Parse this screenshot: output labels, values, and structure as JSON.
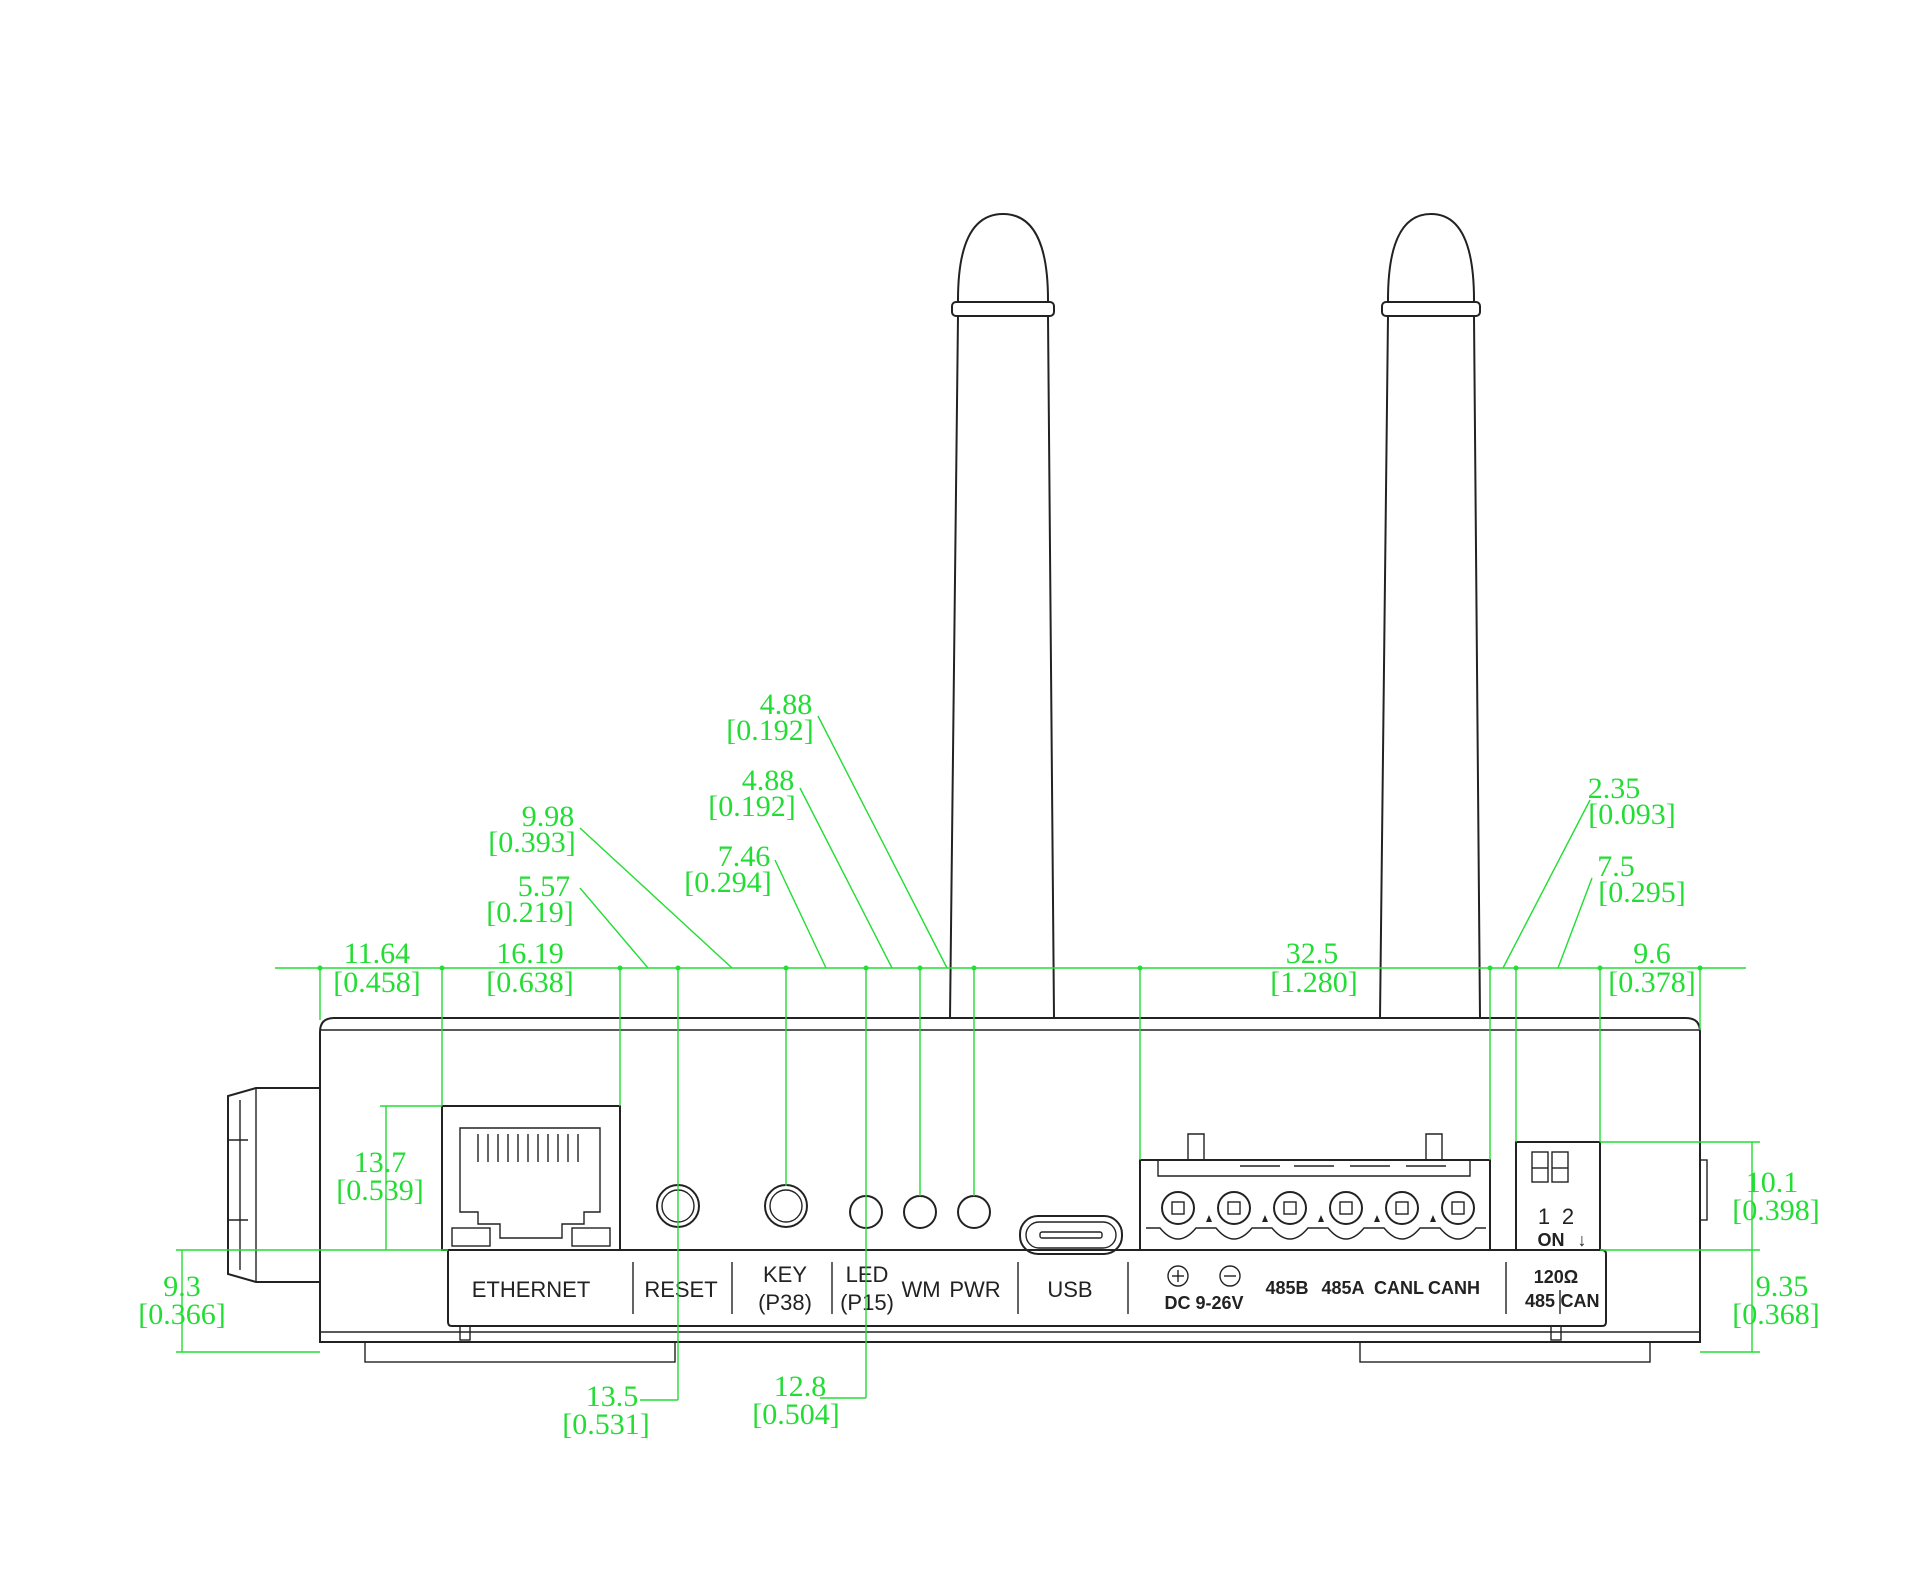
{
  "panel_labels": {
    "ethernet": "ETHERNET",
    "reset": "RESET",
    "key": "KEY",
    "key_pin": "(P38)",
    "led": "LED",
    "led_pin": "(P15)",
    "wm": "WM",
    "pwr": "PWR",
    "usb": "USB",
    "dc_range": "DC 9-26V",
    "t_485b": "485B",
    "t_485a": "485A",
    "t_canl": "CANL",
    "t_canh": "CANH",
    "dip_120": "120Ω",
    "dip_485": "485",
    "dip_can": "CAN",
    "dip_1": "1",
    "dip_2": "2",
    "dip_on": "ON",
    "dip_arrow": "↓"
  },
  "dimensions": {
    "d_11_64": {
      "mm": "11.64",
      "inch": "[0.458]"
    },
    "d_16_19": {
      "mm": "16.19",
      "inch": "[0.638]"
    },
    "d_5_57": {
      "mm": "5.57",
      "inch": "[0.219]"
    },
    "d_9_98": {
      "mm": "9.98",
      "inch": "[0.393]"
    },
    "d_7_46": {
      "mm": "7.46",
      "inch": "[0.294]"
    },
    "d_4_88a": {
      "mm": "4.88",
      "inch": "[0.192]"
    },
    "d_4_88b": {
      "mm": "4.88",
      "inch": "[0.192]"
    },
    "d_32_5": {
      "mm": "32.5",
      "inch": "[1.280]"
    },
    "d_2_35": {
      "mm": "2.35",
      "inch": "[0.093]"
    },
    "d_7_5": {
      "mm": "7.5",
      "inch": "[0.295]"
    },
    "d_9_6": {
      "mm": "9.6",
      "inch": "[0.378]"
    },
    "d_13_7": {
      "mm": "13.7",
      "inch": "[0.539]"
    },
    "d_9_3": {
      "mm": "9.3",
      "inch": "[0.366]"
    },
    "d_10_1": {
      "mm": "10.1",
      "inch": "[0.398]"
    },
    "d_9_35": {
      "mm": "9.35",
      "inch": "[0.368]"
    },
    "d_13_5": {
      "mm": "13.5",
      "inch": "[0.531]"
    },
    "d_12_8": {
      "mm": "12.8",
      "inch": "[0.504]"
    }
  },
  "colors": {
    "dimension": "#22dd33",
    "outline": "#222222",
    "background": "#ffffff"
  }
}
